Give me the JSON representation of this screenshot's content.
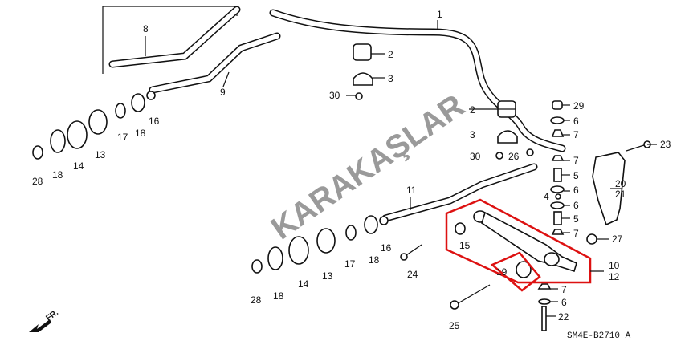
{
  "watermark": "KARAKAŞLAR",
  "diagram_code": "SM4E-B2710 A",
  "front_marker": "FR.",
  "labels": [
    "1",
    "8",
    "2",
    "3",
    "9",
    "30",
    "2",
    "29",
    "6",
    "3",
    "7",
    "30",
    "26",
    "23",
    "7",
    "5",
    "20",
    "21",
    "6",
    "4",
    "6",
    "5",
    "7",
    "27",
    "15",
    "10",
    "12",
    "19",
    "7",
    "6",
    "22",
    "25",
    "16",
    "18",
    "17",
    "13",
    "14",
    "18",
    "28",
    "11",
    "16",
    "18",
    "17",
    "13",
    "14",
    "18",
    "28",
    "24"
  ],
  "colors": {
    "highlight": "#dd1111",
    "watermark": "#9a9a9a"
  }
}
